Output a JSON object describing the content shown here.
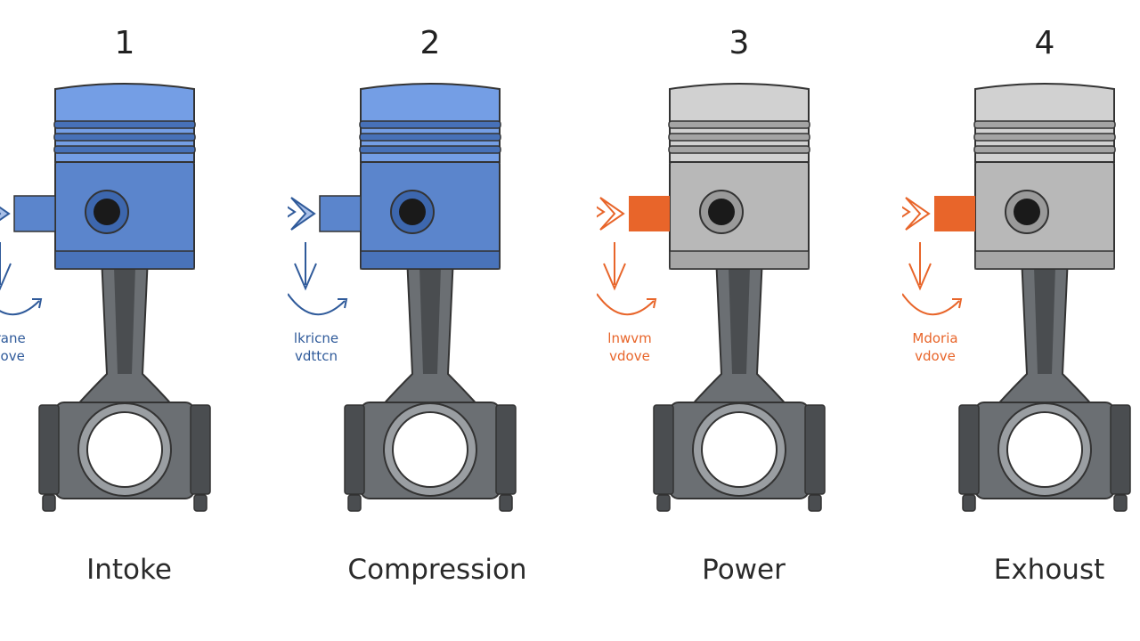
{
  "stages": [
    {
      "number": "1",
      "name": "Intoke",
      "valve_line1": "lorane",
      "valve_line2": "vdove",
      "piston_color": "#5b85cc",
      "accent_color": "#2f5a9a"
    },
    {
      "number": "2",
      "name": "Compression",
      "valve_line1": "lkricne",
      "valve_line2": "vdttcn",
      "piston_color": "#5b85cc",
      "accent_color": "#2f5a9a"
    },
    {
      "number": "3",
      "name": "Power",
      "valve_line1": "lnwvm",
      "valve_line2": "vdove",
      "piston_color": "#b8b8b8",
      "accent_color": "#e8652a"
    },
    {
      "number": "4",
      "name": "Exhoust",
      "valve_line1": "Mdoria",
      "valve_line2": "vdove",
      "piston_color": "#b8b8b8",
      "accent_color": "#e8652a"
    }
  ],
  "colors": {
    "rod": "#6b6f73",
    "rod_dark": "#4a4d50",
    "outline": "#333333"
  }
}
